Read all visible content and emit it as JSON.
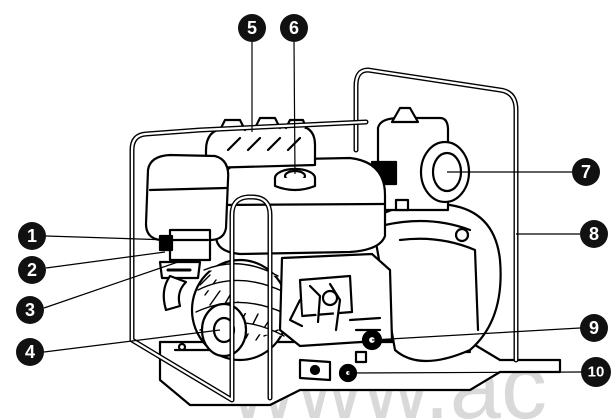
{
  "callouts": [
    {
      "label": "1"
    },
    {
      "label": "2"
    },
    {
      "label": "3"
    },
    {
      "label": "4"
    },
    {
      "label": "5"
    },
    {
      "label": "6"
    },
    {
      "label": "7"
    },
    {
      "label": "8"
    },
    {
      "label": "9"
    },
    {
      "label": "10"
    }
  ],
  "watermark": "www.ac",
  "colors": {
    "line": "#000000",
    "fill": "#ffffff",
    "callout": "#111111",
    "watermark": "#d9d9d9"
  }
}
